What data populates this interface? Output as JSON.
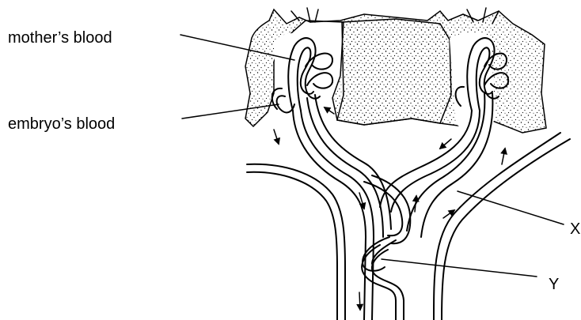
{
  "labels": {
    "mother_blood": "mother’s blood",
    "embryo_blood": "embryo’s blood",
    "x": "X",
    "y": "Y"
  },
  "colors": {
    "ink": "#000000",
    "background": "#ffffff",
    "stipple": "#000000"
  }
}
